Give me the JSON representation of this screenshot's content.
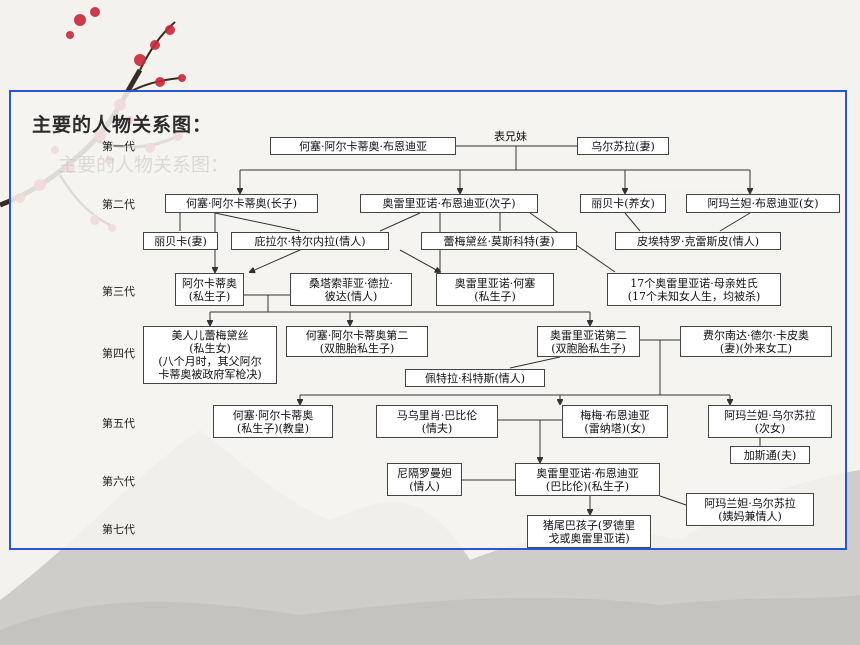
{
  "heading": "主要的人物关系图：",
  "connector_label": "表兄妹",
  "generations": [
    "第一代",
    "第二代",
    "第三代",
    "第四代",
    "第五代",
    "第六代",
    "第七代"
  ],
  "nodes": {
    "jose_arcadio_buendia": "何塞·阿尔卡蒂奥·布恩迪亚",
    "ursula": "乌尔苏拉(妻)",
    "jose_arcadio_elder": "何塞·阿尔卡蒂奥(长子)",
    "aureliano_second_son": "奥雷里亚诺·布恩迪亚(次子)",
    "rebeca_adopted": "丽贝卡(养女)",
    "amaranta": "阿玛兰妲·布恩迪亚(女)",
    "rebeca_wife": "丽贝卡(妻)",
    "pilar_ternera": "庇拉尔·特尔内拉(情人)",
    "remedios_moscote": "蕾梅黛丝·莫斯科特(妻)",
    "pietro_crespi": "皮埃特罗·克雷斯皮(情人)",
    "arcadio_l1": "阿尔卡蒂奥",
    "arcadio_l2": "(私生子)",
    "santa_sofia_l1": "桑塔索菲亚·德拉·",
    "santa_sofia_l2": "彼达(情人)",
    "aureliano_jose_l1": "奥雷里亚诺·何塞",
    "aureliano_jose_l2": "(私生子)",
    "seventeen_l1": "17个奥雷里亚诺·母亲姓氏",
    "seventeen_l2": "(17个未知女人生，均被杀)",
    "remedios_beauty_l1": "美人儿蕾梅黛丝",
    "remedios_beauty_l2": "(私生女)",
    "remedios_beauty_l3": "(八个月时，其父阿尔",
    "remedios_beauty_l4": "卡蒂奥被政府军枪决)",
    "jose_arcadio_second_l1": "何塞·阿尔卡蒂奥第二",
    "jose_arcadio_second_l2": "(双胞胎私生子)",
    "aureliano_second_l1": "奥雷里亚诺第二",
    "aureliano_second_l2": "(双胞胎私生子)",
    "fernanda_l1": "费尔南达·德尔·卡皮奥",
    "fernanda_l2": "(妻)(外来女工)",
    "petra_cotes": "佩特拉·科特斯(情人)",
    "jose_arcadio_pope_l1": "何塞·阿尔卡蒂奥",
    "jose_arcadio_pope_l2": "(私生子)(教皇)",
    "mauricio_l1": "马乌里肖·巴比伦",
    "mauricio_l2": "(情夫)",
    "meme_l1": "梅梅·布恩迪亚",
    "meme_l2": "(雷纳塔)(女)",
    "amaranta_ursula_l1": "阿玛兰妲·乌尔苏拉",
    "amaranta_ursula_l2": "(次女)",
    "gaston": "加斯通(夫)",
    "nigromanta_l1": "尼隔罗曼妲",
    "nigromanta_l2": "(情人)",
    "aureliano_babilonia_l1": "奥雷里亚诺·布恩迪亚",
    "aureliano_babilonia_l2": "(巴比伦)(私生子)",
    "amaranta_ursula2_l1": "阿玛兰妲·乌尔苏拉",
    "amaranta_ursula2_l2": "(姨妈兼情人)",
    "pig_tail_l1": "猪尾巴孩子(罗德里",
    "pig_tail_l2": "戈或奥雷里亚诺)"
  },
  "colors": {
    "panel_border": "#2a56d6",
    "blossom": "#c8283a",
    "branch": "#3a2a24"
  }
}
